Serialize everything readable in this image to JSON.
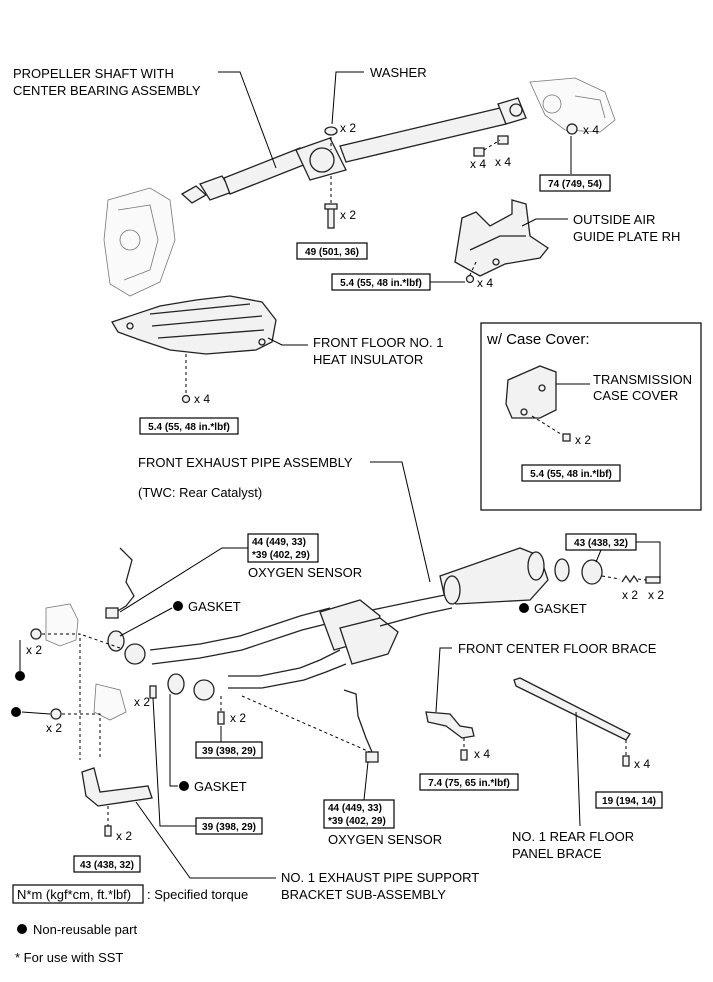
{
  "labels": {
    "propeller_shaft": [
      "PROPELLER SHAFT WITH",
      "CENTER BEARING ASSEMBLY"
    ],
    "washer": "WASHER",
    "outside_air_guide": [
      "OUTSIDE AIR",
      "GUIDE PLATE RH"
    ],
    "front_floor_insulator": [
      "FRONT FLOOR NO. 1",
      "HEAT INSULATOR"
    ],
    "case_cover_title": "w/ Case Cover:",
    "transmission_case_cover": [
      "TRANSMISSION",
      "CASE COVER"
    ],
    "front_exhaust_pipe": "FRONT EXHAUST PIPE ASSEMBLY",
    "twc_note": "(TWC: Rear Catalyst)",
    "oxygen_sensor_top": "OXYGEN SENSOR",
    "oxygen_sensor_bottom": "OXYGEN SENSOR",
    "gasket_upper": "GASKET",
    "gasket_right": "GASKET",
    "gasket_lower": "GASKET",
    "front_center_brace": "FRONT CENTER FLOOR BRACE",
    "rear_floor_brace": [
      "NO. 1 REAR FLOOR",
      "PANEL BRACE"
    ],
    "support_bracket": [
      "NO. 1 EXHAUST PIPE SUPPORT",
      "BRACKET SUB-ASSEMBLY"
    ]
  },
  "torque": {
    "t74": "74 (749, 54)",
    "t49": "49 (501, 36)",
    "t54_guide": "5.4 (55, 48 in.*lbf)",
    "t54_insulator": "5.4 (55, 48 in.*lbf)",
    "t54_case": "5.4 (55, 48 in.*lbf)",
    "t44_top_1": "44 (449, 33)",
    "t44_top_2": "*39 (402, 29)",
    "t43_top": "43 (438, 32)",
    "t39_a": "39 (398, 29)",
    "t39_b": "39 (398, 29)",
    "t74_brace": "7.4 (75, 65 in.*lbf)",
    "t19": "19 (194, 14)",
    "t44_bot_1": "44 (449, 33)",
    "t44_bot_2": "*39 (402, 29)",
    "t43_bot": "43 (438, 32)"
  },
  "quantities": {
    "washer": "x 2",
    "bolt_center_1": "x 4",
    "bolt_center_2": "x 4",
    "nut_diff": "x 4",
    "bolt_49": "x 2",
    "guide_nut": "x 4",
    "insulator_nut": "x 4",
    "case_bolt": "x 2",
    "spring_1": "x 2",
    "spring_2": "x 2",
    "left_nut_1": "x 2",
    "left_nut_2": "x 2",
    "stud_2": "x 2",
    "bolt_39": "x 2",
    "brace_bolt": "x 4",
    "rear_brace_bolt": "x 4",
    "bracket_bolt": "x 2"
  },
  "legend": {
    "torque_box": "N*m (kgf*cm, ft.*lbf)",
    "torque_desc": ": Specified torque",
    "non_reusable": "Non-reusable part",
    "sst_note": "* For use with SST"
  }
}
